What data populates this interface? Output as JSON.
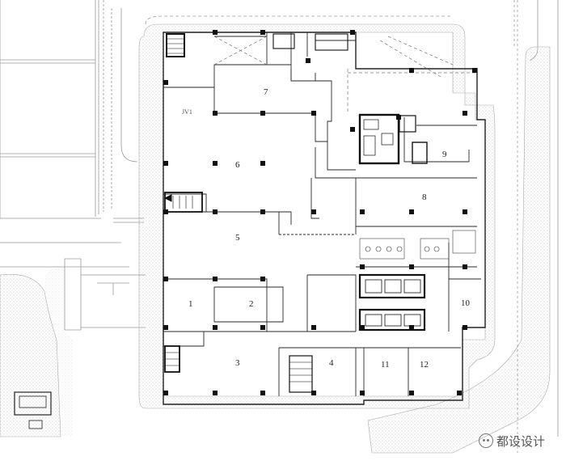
{
  "plan": {
    "room_labels": [
      "1",
      "2",
      "3",
      "4",
      "5",
      "6",
      "7",
      "8",
      "9",
      "10",
      "11",
      "12"
    ],
    "annotation": "JV1",
    "watermark": "都设设计"
  },
  "colors": {
    "line": "#222222",
    "hatch": "#bdbdbd",
    "thin": "#8a8a8a",
    "column": "#111111"
  }
}
